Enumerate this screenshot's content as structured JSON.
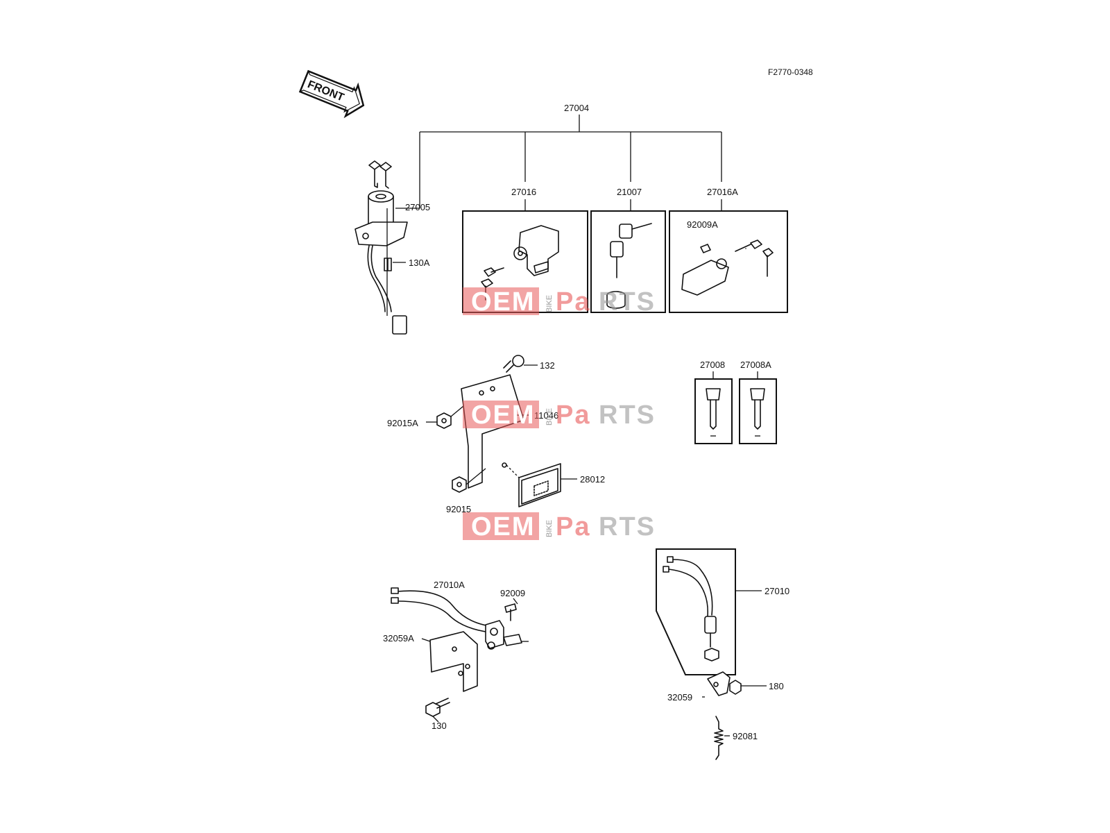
{
  "figure_code": "F2770-0348",
  "front_label": "FRONT",
  "watermark": {
    "oem": "OEM",
    "bike": "BIKE",
    "pa": "Pa",
    "rts": "RTS"
  },
  "colors": {
    "line": "#111111",
    "watermark_red": "#e85a5a",
    "watermark_gray": "#9a9a9a"
  },
  "parts": {
    "p27004": "27004",
    "p27005": "27005",
    "p27016": "27016",
    "p21007": "21007",
    "p27016A": "27016A",
    "p92009A": "92009A",
    "p130A": "130A",
    "p132": "132",
    "p11046": "11046",
    "p92015A": "92015A",
    "p28012": "28012",
    "p92015": "92015",
    "p27008": "27008",
    "p27008A": "27008A",
    "p27010A": "27010A",
    "p92009": "92009",
    "p32059A": "32059A",
    "p130": "130",
    "p27010": "27010",
    "p180": "180",
    "p32059": "32059",
    "p92081": "92081"
  }
}
